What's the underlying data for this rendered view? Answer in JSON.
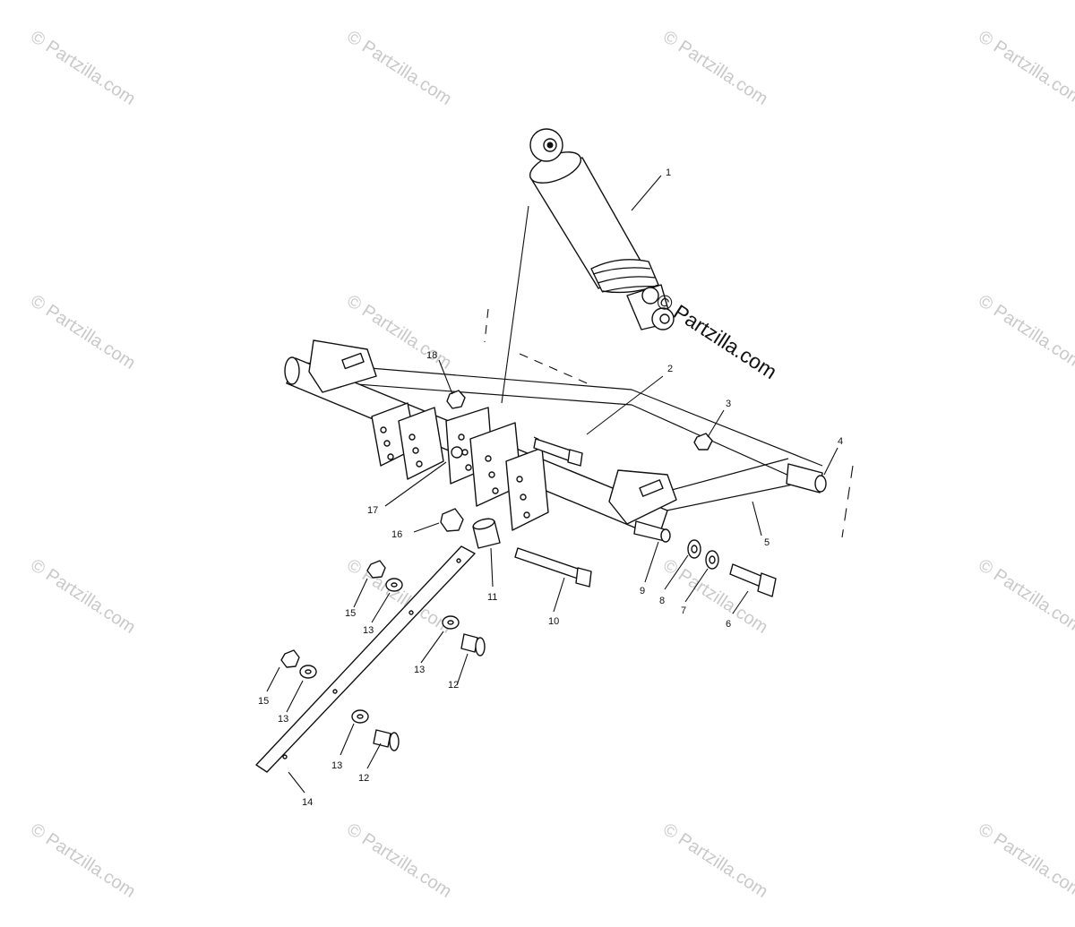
{
  "watermark": {
    "text": "© Partzilla.com",
    "main_text": "© Partzilla.com"
  },
  "callouts": [
    {
      "id": "c1",
      "label": "1"
    },
    {
      "id": "c2",
      "label": "2"
    },
    {
      "id": "c3",
      "label": "3"
    },
    {
      "id": "c4",
      "label": "4"
    },
    {
      "id": "c5",
      "label": "5"
    },
    {
      "id": "c6",
      "label": "6"
    },
    {
      "id": "c7",
      "label": "7"
    },
    {
      "id": "c8",
      "label": "8"
    },
    {
      "id": "c9",
      "label": "9"
    },
    {
      "id": "c10",
      "label": "10"
    },
    {
      "id": "c11",
      "label": "11"
    },
    {
      "id": "c12a",
      "label": "12"
    },
    {
      "id": "c12b",
      "label": "12"
    },
    {
      "id": "c13a",
      "label": "13"
    },
    {
      "id": "c13b",
      "label": "13"
    },
    {
      "id": "c13c",
      "label": "13"
    },
    {
      "id": "c13d",
      "label": "13"
    },
    {
      "id": "c14",
      "label": "14"
    },
    {
      "id": "c15a",
      "label": "15"
    },
    {
      "id": "c15b",
      "label": "15"
    },
    {
      "id": "c16",
      "label": "16"
    },
    {
      "id": "c17",
      "label": "17"
    },
    {
      "id": "c18",
      "label": "18"
    }
  ]
}
